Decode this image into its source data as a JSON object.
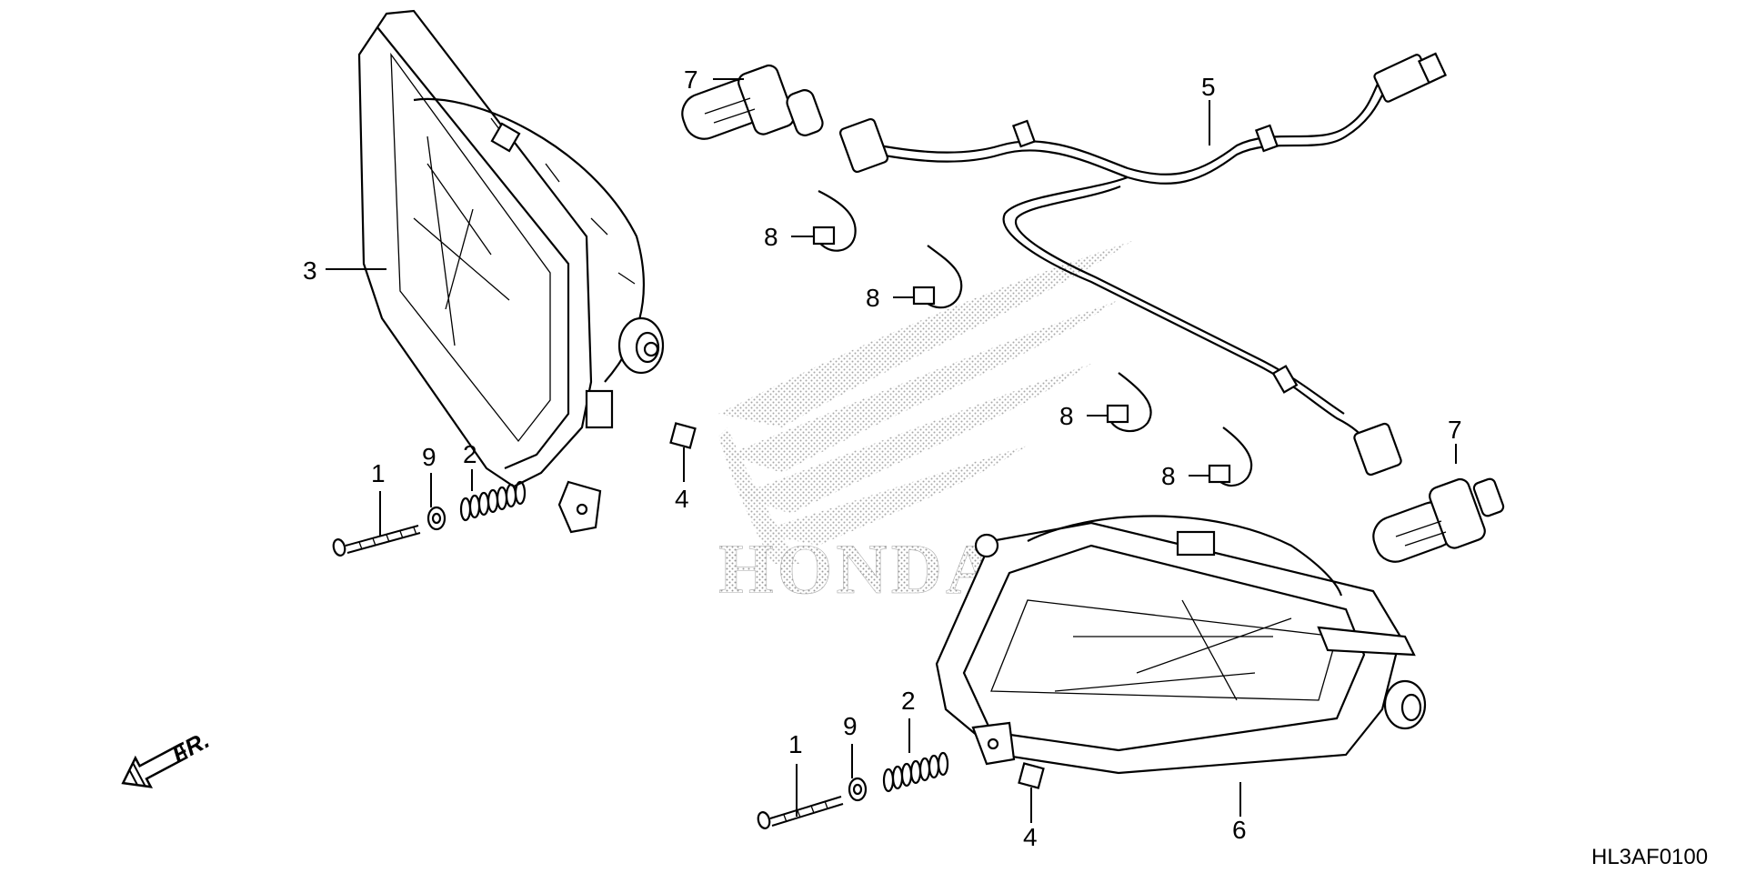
{
  "diagram": {
    "drawing_code": "HL3AF0100",
    "front_indicator": "FR.",
    "watermark": "HONDA",
    "callouts": {
      "bolt_left": "1",
      "bolt_right": "1",
      "spring_left": "2",
      "spring_right": "2",
      "headlight_left": "3",
      "nut_upper": "4",
      "nut_lower": "4",
      "wire_harness": "5",
      "headlight_right": "6",
      "bulb_upper": "7",
      "bulb_lower": "7",
      "clip_1": "8",
      "clip_2": "8",
      "clip_3": "8",
      "clip_4": "8",
      "washer_left": "9",
      "washer_right": "9"
    }
  }
}
